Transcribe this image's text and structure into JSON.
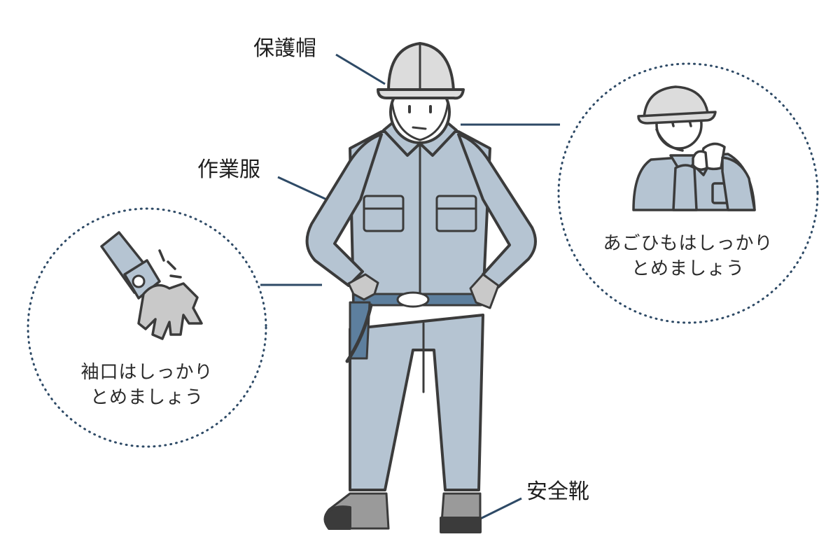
{
  "labels": {
    "helmet": "保護帽",
    "work_clothes": "作業服",
    "safety_shoes": "安全靴"
  },
  "notes": {
    "chin_strap": {
      "line1": "あごひもはしっかり",
      "line2": "とめましょう"
    },
    "cuffs": {
      "line1": "袖口はしっかり",
      "line2": "とめましょう"
    }
  },
  "colors": {
    "outline": "#3b3b3b",
    "suit": "#b5c4d2",
    "suit_dark": "#5d7f9e",
    "helmet": "#dcdcdc",
    "glove": "#c9c9c9",
    "skin": "#ffffff",
    "shoe": "#9a9a9a",
    "leader_line": "#2e4a66",
    "dotted_circle": "#2e4a66"
  }
}
